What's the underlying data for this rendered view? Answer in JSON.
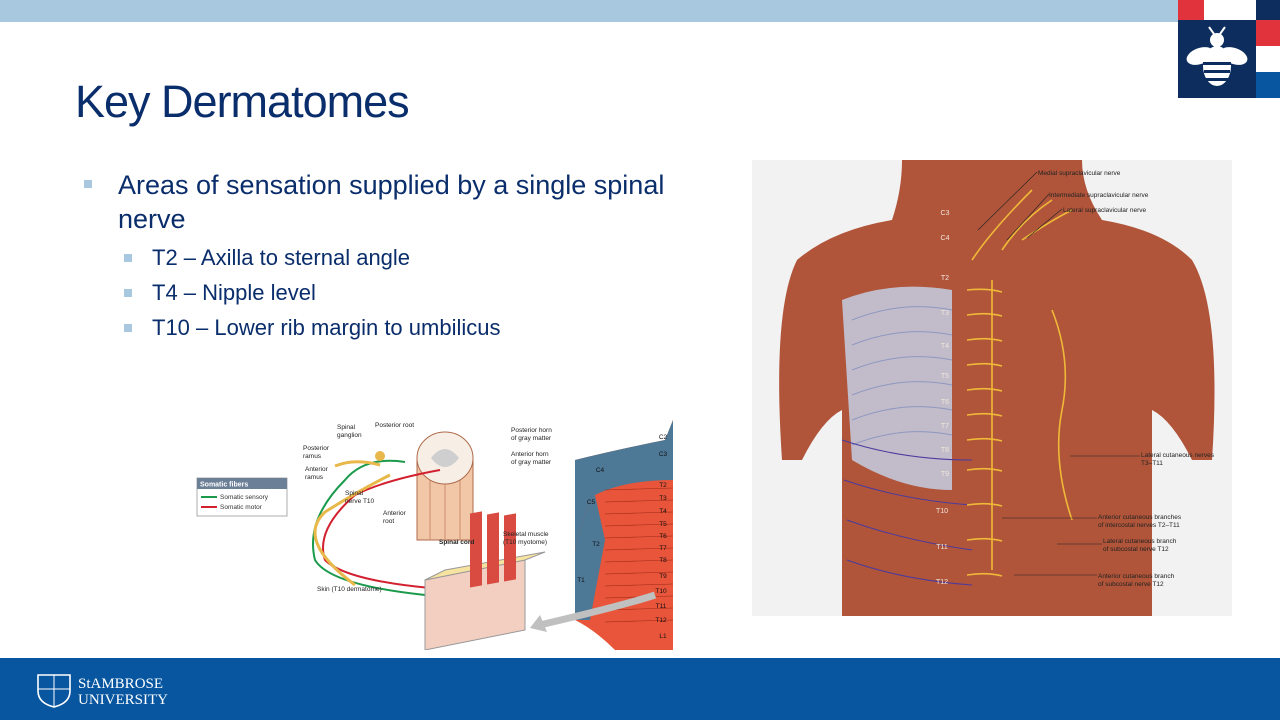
{
  "slide": {
    "title": "Key Dermatomes",
    "bullet_main": "Areas of sensation supplied by a single spinal nerve",
    "sub_bullets": [
      "T2 – Axilla to sternal angle",
      "T4 – Nipple level",
      "T10 – Lower rib margin to umbilicus"
    ]
  },
  "footer": {
    "logo_line1": "StAMBROSE",
    "logo_line2": "UNIVERSITY"
  },
  "figure_small": {
    "legend_title": "Somatic fibers",
    "legend_sensory": "Somatic sensory",
    "legend_motor": "Somatic motor",
    "labels": {
      "spinal_ganglion_1": "Spinal",
      "spinal_ganglion_2": "ganglion",
      "posterior_root": "Posterior root",
      "posterior_ramus_1": "Posterior",
      "posterior_ramus_2": "ramus",
      "anterior_ramus_1": "Anterior",
      "anterior_ramus_2": "ramus",
      "spinal_nerve_1": "Spinal",
      "spinal_nerve_2": "nerve T10",
      "anterior_root_1": "Anterior",
      "anterior_root_2": "root",
      "posterior_horn_1": "Posterior horn",
      "posterior_horn_2": "of gray matter",
      "anterior_horn_1": "Anterior horn",
      "anterior_horn_2": "of gray matter",
      "spinal_cord": "Spinal cord",
      "skeletal_muscle_1": "Skeletal muscle",
      "skeletal_muscle_2": "(T10 myotome)",
      "skin": "Skin (T10 dermatome)"
    },
    "levels": [
      "C2",
      "C3",
      "C4",
      "C5",
      "T2",
      "T3",
      "T4",
      "T5",
      "T6",
      "T7",
      "T8",
      "T9",
      "T10",
      "T11",
      "T12",
      "L1",
      "T2",
      "T1"
    ]
  },
  "figure_large": {
    "labels": {
      "medial": "Medial supraclavicular nerve",
      "intermediate": "Intermediate supraclavicular nerve",
      "lateral": "Lateral supraclavicular nerve",
      "lateral_cut_1": "Lateral cutaneous nerves",
      "lateral_cut_2": "T3–T11",
      "ant_cut_1": "Anterior cutaneous branches",
      "ant_cut_2": "of intercostal nerves T2–T11",
      "lat_subcostal_1": "Lateral cutaneous branch",
      "lat_subcostal_2": "of subcostal nerve T12",
      "ant_subcostal_1": "Anterior cutaneous branch",
      "ant_subcostal_2": "of subcostal nerve T12"
    },
    "levels": [
      "C3",
      "C4",
      "T2",
      "T3",
      "T4",
      "T5",
      "T6",
      "T7",
      "T8",
      "T9",
      "T10",
      "T11",
      "T12"
    ]
  },
  "colors": {
    "title": "#0a2d6b",
    "top_band": "#a8c8e0",
    "bottom_band": "#0856a0",
    "logo_navy": "#0c2d5e",
    "logo_red": "#e0333c"
  }
}
